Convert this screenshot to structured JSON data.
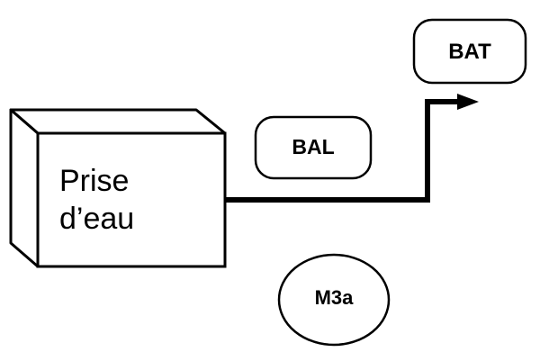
{
  "nodes": {
    "prise_deau": {
      "line1": "Prise",
      "line2": "d’eau"
    },
    "bat": "BAT",
    "bal": "BAL",
    "m3a": "M3a"
  }
}
